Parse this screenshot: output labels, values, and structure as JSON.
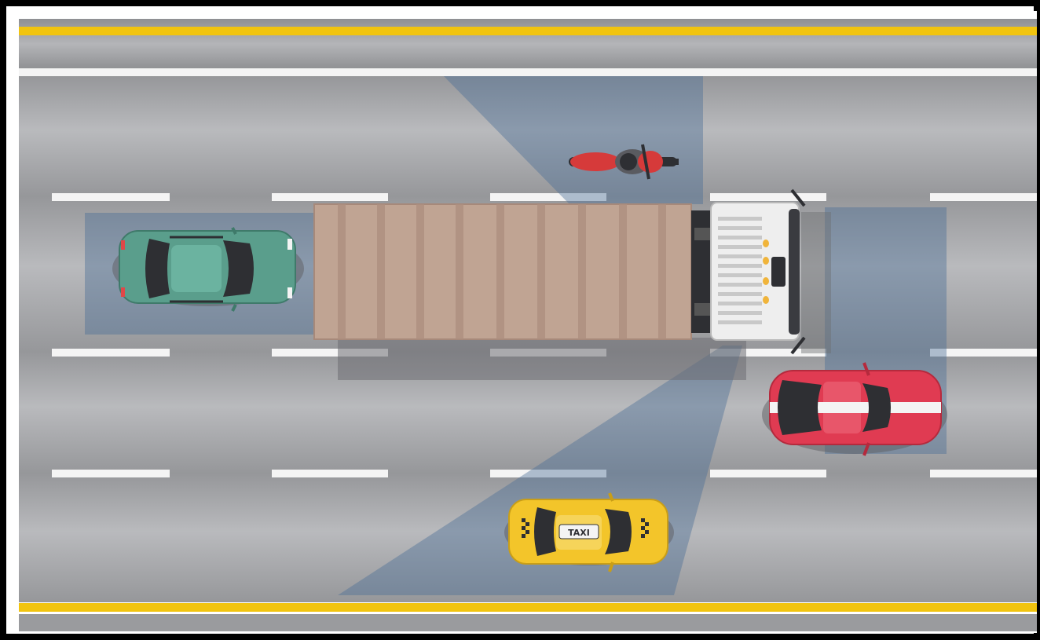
{
  "colors": {
    "frame": "#000000",
    "road": "#a7a8ab",
    "shoulder": "#9d9ea1",
    "yellow_line": "#f1c40f",
    "white_line": "#f4f4f4",
    "blind_zone": "#4a6d96",
    "trailer": "#c0a493",
    "cab": "#eeeeee",
    "green_car": "#5a9e8c",
    "red_car": "#e03b52",
    "taxi": "#f3c52a",
    "motorcycle": "#d63a3a"
  },
  "vehicles": {
    "truck": {
      "icon": "truck-icon"
    },
    "green_car": {
      "icon": "car-icon"
    },
    "red_car": {
      "icon": "car-icon"
    },
    "taxi": {
      "icon": "taxi-icon",
      "roof_sign": "TAXI"
    },
    "motorcycle": {
      "icon": "motorcycle-icon"
    }
  },
  "blind_zones": [
    "front",
    "rear",
    "left-side",
    "right-side"
  ]
}
